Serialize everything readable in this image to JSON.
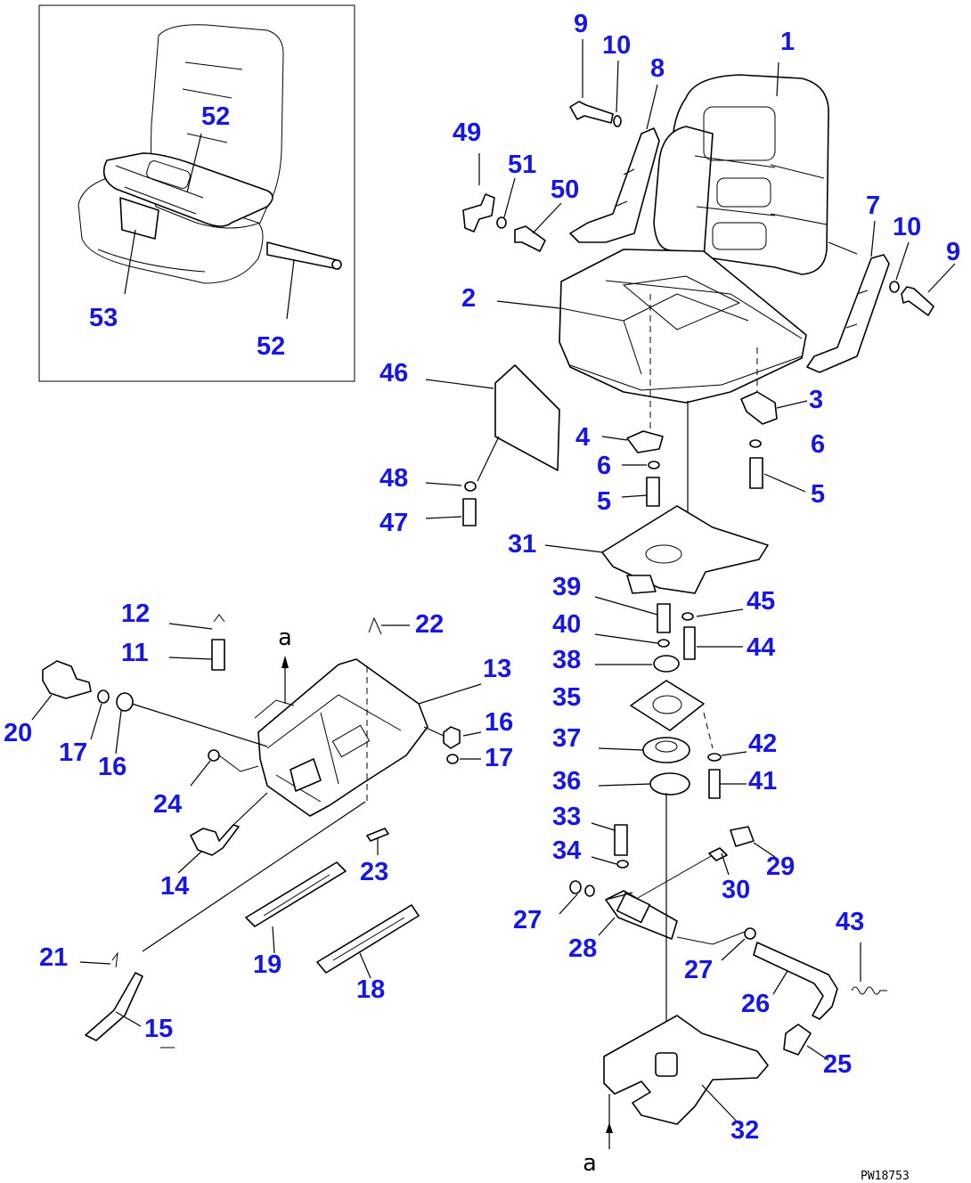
{
  "callouts": [
    {
      "id": "c1",
      "text": "1"
    },
    {
      "id": "c2",
      "text": "2"
    },
    {
      "id": "c3",
      "text": "3"
    },
    {
      "id": "c4",
      "text": "4"
    },
    {
      "id": "c5a",
      "text": "5"
    },
    {
      "id": "c5b",
      "text": "5"
    },
    {
      "id": "c6a",
      "text": "6"
    },
    {
      "id": "c6b",
      "text": "6"
    },
    {
      "id": "c7",
      "text": "7"
    },
    {
      "id": "c8",
      "text": "8"
    },
    {
      "id": "c9a",
      "text": "9"
    },
    {
      "id": "c9b",
      "text": "9"
    },
    {
      "id": "c10a",
      "text": "10"
    },
    {
      "id": "c10b",
      "text": "10"
    },
    {
      "id": "c11",
      "text": "11"
    },
    {
      "id": "c12",
      "text": "12"
    },
    {
      "id": "c13",
      "text": "13"
    },
    {
      "id": "c14",
      "text": "14"
    },
    {
      "id": "c15",
      "text": "15"
    },
    {
      "id": "c16a",
      "text": "16"
    },
    {
      "id": "c16b",
      "text": "16"
    },
    {
      "id": "c17a",
      "text": "17"
    },
    {
      "id": "c17b",
      "text": "17"
    },
    {
      "id": "c18",
      "text": "18"
    },
    {
      "id": "c19",
      "text": "19"
    },
    {
      "id": "c20",
      "text": "20"
    },
    {
      "id": "c21",
      "text": "21"
    },
    {
      "id": "c22",
      "text": "22"
    },
    {
      "id": "c23",
      "text": "23"
    },
    {
      "id": "c24",
      "text": "24"
    },
    {
      "id": "c25",
      "text": "25"
    },
    {
      "id": "c26",
      "text": "26"
    },
    {
      "id": "c27a",
      "text": "27"
    },
    {
      "id": "c27b",
      "text": "27"
    },
    {
      "id": "c28",
      "text": "28"
    },
    {
      "id": "c29",
      "text": "29"
    },
    {
      "id": "c30",
      "text": "30"
    },
    {
      "id": "c31",
      "text": "31"
    },
    {
      "id": "c32",
      "text": "32"
    },
    {
      "id": "c33",
      "text": "33"
    },
    {
      "id": "c34",
      "text": "34"
    },
    {
      "id": "c35",
      "text": "35"
    },
    {
      "id": "c36",
      "text": "36"
    },
    {
      "id": "c37",
      "text": "37"
    },
    {
      "id": "c38",
      "text": "38"
    },
    {
      "id": "c39",
      "text": "39"
    },
    {
      "id": "c40",
      "text": "40"
    },
    {
      "id": "c41",
      "text": "41"
    },
    {
      "id": "c42",
      "text": "42"
    },
    {
      "id": "c43",
      "text": "43"
    },
    {
      "id": "c44",
      "text": "44"
    },
    {
      "id": "c45",
      "text": "45"
    },
    {
      "id": "c46",
      "text": "46"
    },
    {
      "id": "c47",
      "text": "47"
    },
    {
      "id": "c48",
      "text": "48"
    },
    {
      "id": "c49",
      "text": "49"
    },
    {
      "id": "c50",
      "text": "50"
    },
    {
      "id": "c51",
      "text": "51"
    },
    {
      "id": "c52a",
      "text": "52"
    },
    {
      "id": "c52b",
      "text": "52"
    },
    {
      "id": "c53",
      "text": "53"
    }
  ],
  "ref_marks": {
    "top": "a",
    "bottom": "a"
  },
  "drawing_code": "PW18753",
  "colors": {
    "callout": "#1616e6",
    "line": "#000000",
    "background": "#ffffff"
  }
}
